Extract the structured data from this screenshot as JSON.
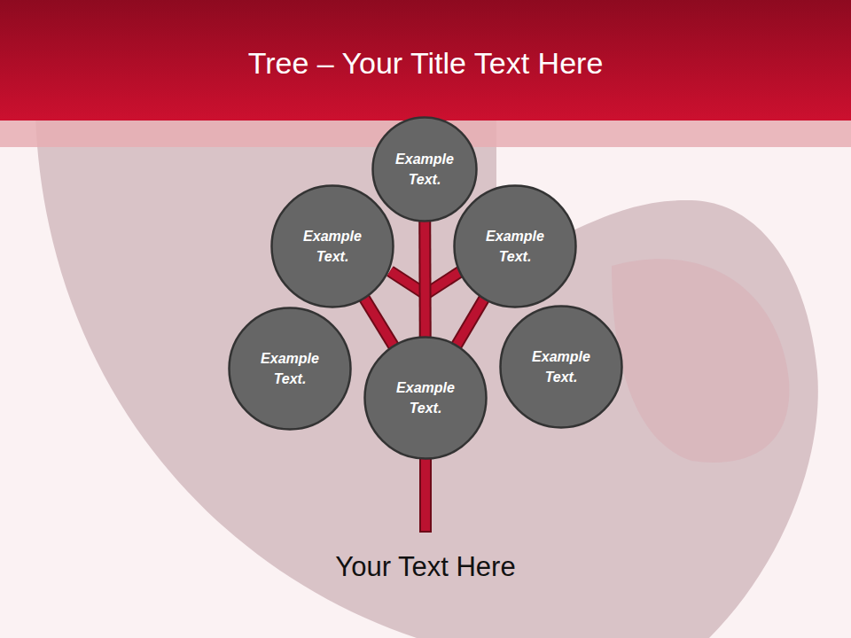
{
  "diagram": {
    "title": "Tree – Your Title Text Here",
    "caption": "Your Text Here",
    "nodes": [
      {
        "text": [
          "Example Text."
        ]
      },
      {
        "text": [
          "Example Text."
        ]
      },
      {
        "text": [
          "Example Text."
        ]
      },
      {
        "text": [
          "Example Text."
        ]
      },
      {
        "text": [
          "Example Text."
        ]
      },
      {
        "text": [
          "Example Text."
        ]
      }
    ],
    "edges": [
      {
        "from": 4,
        "to": 0,
        "arrow": "none"
      },
      {
        "from": 4,
        "to": 1,
        "arrow": "none"
      },
      {
        "from": 4,
        "to": 2,
        "arrow": "none"
      }
    ]
  }
}
